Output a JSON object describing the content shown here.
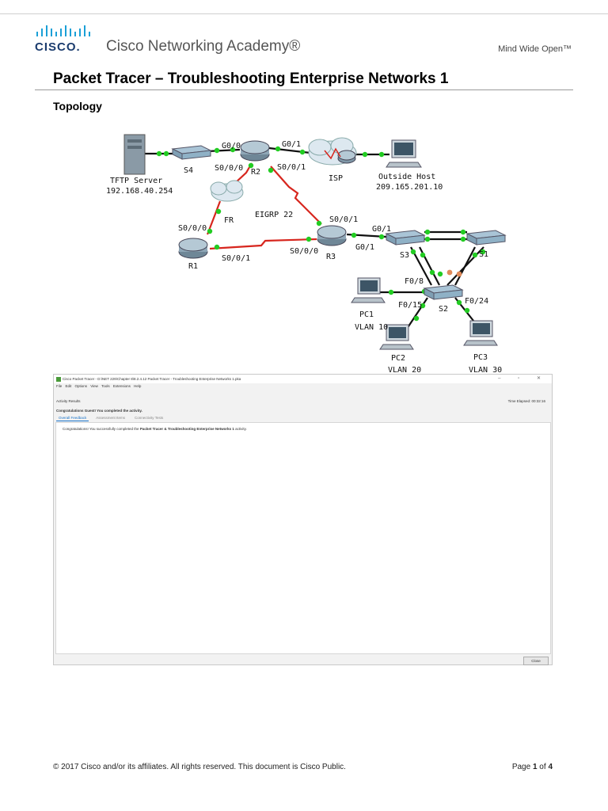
{
  "header": {
    "logo_word": "CISCO.",
    "academy": "Cisco Networking Academy®",
    "tagline": "Mind Wide Open™"
  },
  "document": {
    "title": "Packet Tracer – Troubleshooting Enterprise Networks 1",
    "section": "Topology"
  },
  "topology": {
    "devices": {
      "tftp": "TFTP Server",
      "tftp_ip": "192.168.40.254",
      "s4": "S4",
      "r2": "R2",
      "isp": "ISP",
      "outside": "Outside Host",
      "outside_ip": "209.165.201.10",
      "fr": "FR",
      "r1": "R1",
      "r3": "R3",
      "s3": "S3",
      "s1": "S1",
      "s2": "S2",
      "pc1": "PC1",
      "pc1_vlan": "VLAN 10",
      "pc2": "PC2",
      "pc2_vlan": "VLAN 20",
      "pc3": "PC3",
      "pc3_vlan": "VLAN 30",
      "eigrp": "EIGRP 22"
    },
    "interfaces": {
      "r2_g00": "G0/0",
      "r2_g01": "G0/1",
      "r2_s000": "S0/0/0",
      "r2_s001": "S0/0/1",
      "r1_s000": "S0/0/0",
      "r1_s001": "S0/0/1",
      "r3_s000": "S0/0/0",
      "r3_s001": "S0/0/1",
      "r3_g01_top": "G0/1",
      "r3_g01_bot": "G0/1",
      "s2_f08": "F0/8",
      "s2_f015": "F0/15",
      "s2_f024": "F0/24"
    }
  },
  "screenshot": {
    "window_title": "Cisco Packet Tracer - D:\\NET 229\\Chapter 8\\8.2.4.12 Packet Tracer - Troubleshooting Enterprise Networks 1.pka",
    "window_controls": "– ▫ ✕",
    "menu": "File Edit Options View Tools Extensions Help",
    "panel_title": "Activity Results",
    "time_elapsed": "Time Elapsed: 00:32:16",
    "congrats": "Congratulations Guest! You completed the activity.",
    "tabs": [
      "Overall Feedback",
      "Assessment Items",
      "Connectivity Tests"
    ],
    "message_pre": "Congratulations! You successfully completed the ",
    "message_bold": "Packet Tracer & Troubleshooting Enterprise Networks 1",
    "message_post": " activity.",
    "close_label": "Close"
  },
  "footer": {
    "copyright": "© 2017 Cisco and/or its affiliates. All rights reserved. This document is Cisco Public.",
    "page_prefix": "Page ",
    "page_current": "1",
    "page_sep": " of ",
    "page_total": "4"
  }
}
